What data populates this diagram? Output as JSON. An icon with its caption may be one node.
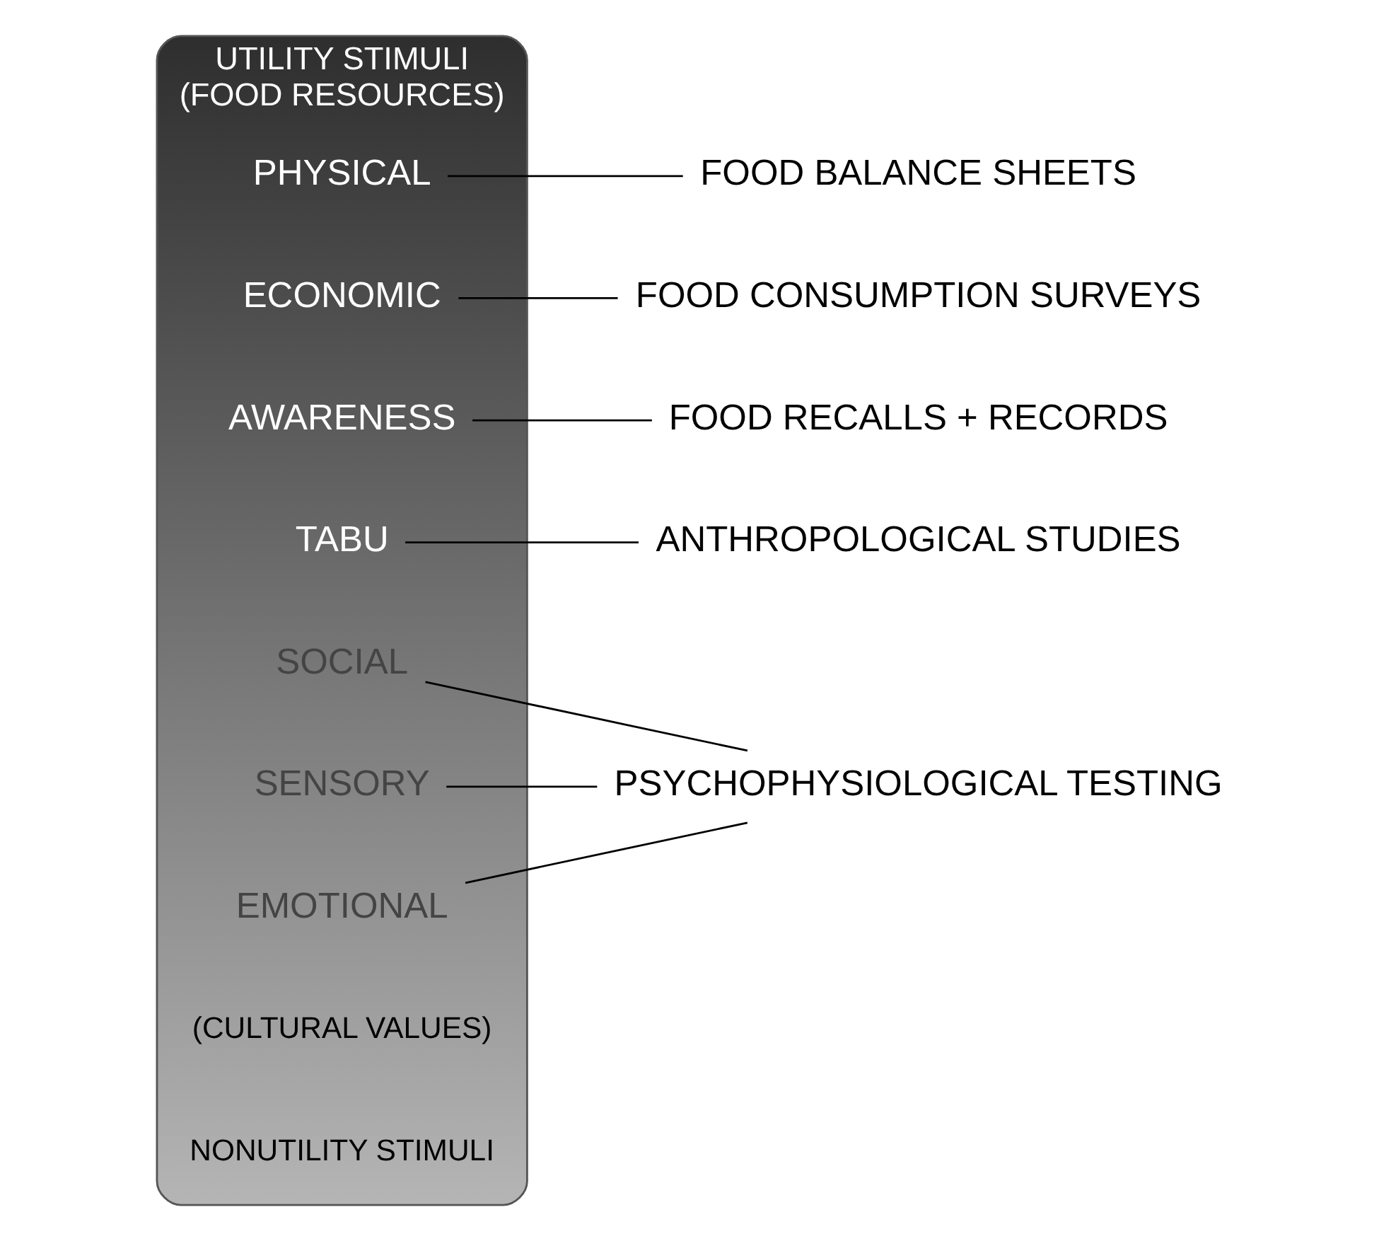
{
  "diagram": {
    "nodes": [
      {
        "text": [
          "UTILITY STIMULI",
          "(FOOD RESOURCES)"
        ]
      },
      {
        "text": [
          "PHYSICAL"
        ],
        "in": 0
      },
      {
        "text": [
          "ECONOMIC"
        ],
        "in": 0
      },
      {
        "text": [
          "AWARENESS"
        ],
        "in": 0
      },
      {
        "text": [
          "TABU"
        ],
        "in": 0
      },
      {
        "text": [
          "SOCIAL"
        ],
        "in": 0
      },
      {
        "text": [
          "SENSORY"
        ],
        "in": 0
      },
      {
        "text": [
          "EMOTIONAL"
        ],
        "in": 0
      },
      {
        "text": [
          "FOOD BALANCE SHEETS"
        ]
      },
      {
        "text": [
          "FOOD CONSUMPTION SURVEYS"
        ]
      },
      {
        "text": [
          "FOOD RECALLS + RECORDS"
        ]
      },
      {
        "text": [
          "ANTHROPOLOGICAL STUDIES"
        ]
      },
      {
        "text": [
          "PSYCHOPHYSIOLOGICAL TESTING"
        ]
      }
    ],
    "edges": [
      {
        "from": 1,
        "to": 8,
        "arrow": "none"
      },
      {
        "from": 2,
        "to": 9,
        "arrow": "none"
      },
      {
        "from": 3,
        "to": 10,
        "arrow": "none"
      },
      {
        "from": 4,
        "to": 11,
        "arrow": "none"
      },
      {
        "from": 5,
        "to": 12,
        "arrow": "none"
      },
      {
        "from": 6,
        "to": 12,
        "arrow": "none"
      },
      {
        "from": 7,
        "to": 12,
        "arrow": "none"
      }
    ],
    "labels": [
      "(CULTURAL VALUES)",
      "NONUTILITY STIMULI"
    ]
  }
}
